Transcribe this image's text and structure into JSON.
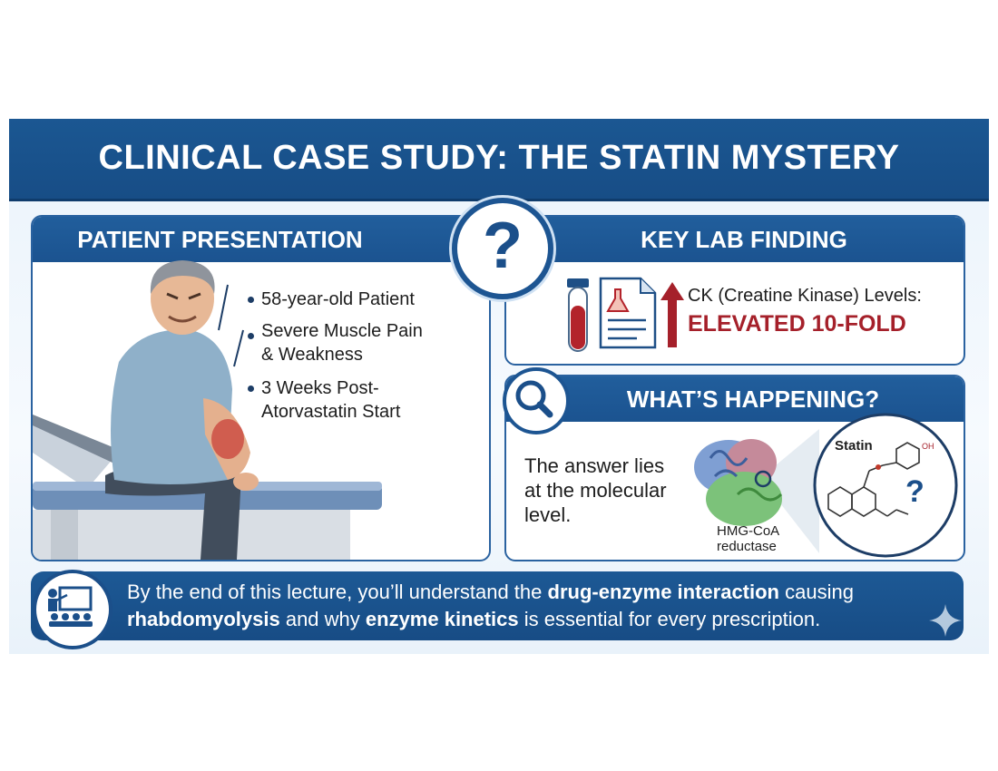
{
  "title": "CLINICAL CASE STUDY: THE STATIN MYSTERY",
  "question_mark": "?",
  "patient": {
    "heading": "PATIENT PRESENTATION",
    "bullets": [
      "58-year-old Patient",
      "Severe Muscle Pain",
      "& Weakness",
      "3 Weeks Post-",
      "Atorvastatin Start"
    ]
  },
  "lab": {
    "heading": "KEY LAB FINDING",
    "label": "CK (Creatine Kinase) Levels:",
    "value": "ELEVATED 10-FOLD"
  },
  "happening": {
    "heading": "WHAT’S HAPPENING?",
    "text": [
      "The answer lies",
      "at the molecular",
      "level."
    ],
    "statin_label": "Statin",
    "oh_label": "OH",
    "enzyme_label": [
      "HMG-CoA",
      "reductase"
    ],
    "question": "?"
  },
  "bottom": {
    "t1": "By the end of this lecture, you’ll understand the ",
    "b1": "drug-enzyme interaction",
    "t2": " causing ",
    "b2": "rhabdomyolysis",
    "t3": " and why ",
    "b3": "enzyme kinetics",
    "t4": " is essential for every prescription."
  },
  "colors": {
    "primary": "#1b5792",
    "alert": "#a5202a",
    "panel_border": "#2a62a0"
  }
}
